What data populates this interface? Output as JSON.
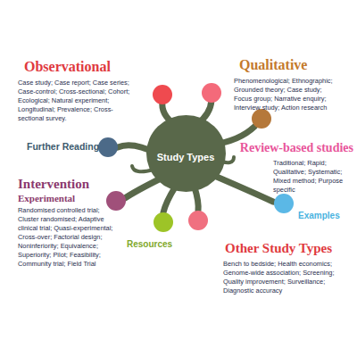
{
  "diagram": {
    "nodes": [
      {
        "text": [
          "Study Types"
        ]
      }
    ],
    "labels": [
      "Observational",
      "Case study; Case report; Case series; Case-control; Cross-sectional; Cohort; Ecological; Natural experiment; Longitudinal; Prevalence; Cross-sectional survey.",
      "Qualitative",
      "Phenomenological; Ethnographic; Grounded theory; Case study; Focus group; Narrative enquiry; Interview study; Action research",
      "Further Reading",
      "Review-based studies",
      "Traditional; Rapid; Qualitative; Systematic; Mixed method; Purpose specific",
      "Examples",
      "Intervention",
      "Experimental",
      "Randomised controlled trial; Cluster randomised; Adaptive clinical trial; Quasi-experimental; Cross-over; Factorial design; Noninferiority; Equivalence; Superiority; Pilot; Feasibility; Community trial; Field Trial",
      "Resources",
      "Other Study Types",
      "Bench to bedside; Health economics; Genome-wide association; Screening; Quality improvement; Surveillance; Diagnostic accuracy"
    ]
  }
}
